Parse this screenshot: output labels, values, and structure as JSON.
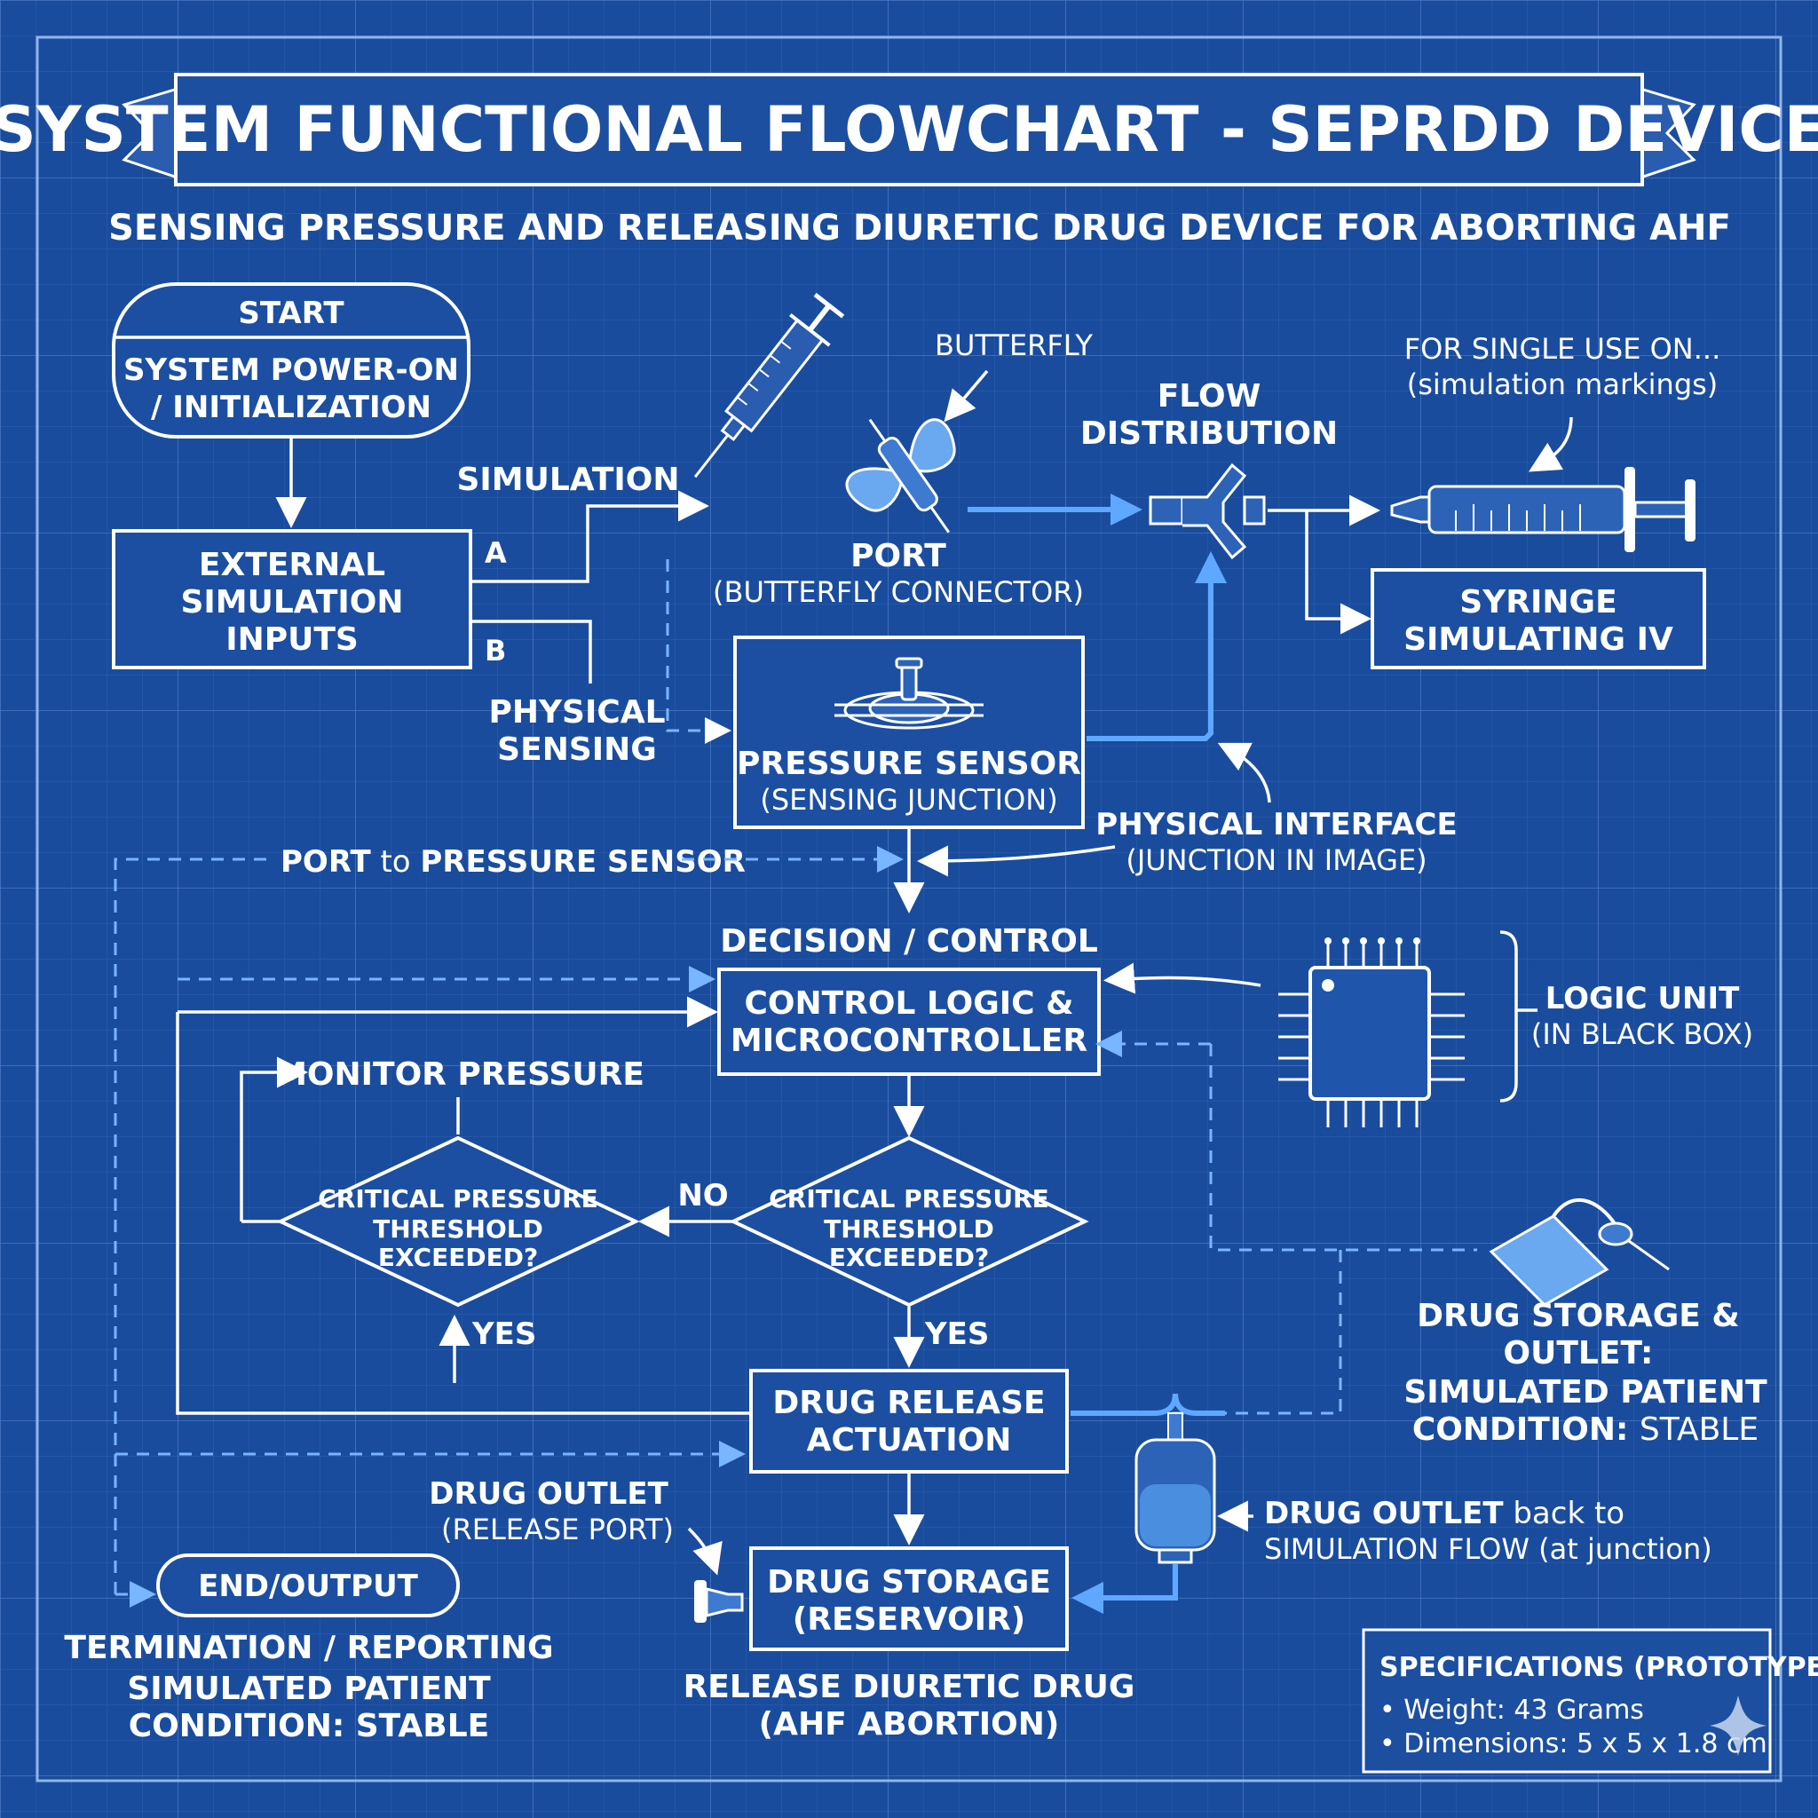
{
  "header": {
    "title": "SYSTEM FUNCTIONAL FLOWCHART - SEPRDD DEVICE",
    "subtitle": "SENSING PRESSURE AND RELEASING DIURETIC DRUG DEVICE FOR ABORTING AHF"
  },
  "start": {
    "title": "START",
    "line1": "SYSTEM POWER-ON",
    "line2": "/ INITIALIZATION"
  },
  "external_inputs": {
    "line1": "EXTERNAL",
    "line2": "SIMULATION",
    "line3": "INPUTS",
    "branch_a": "A",
    "branch_b": "B"
  },
  "simulation_label": "SIMULATION",
  "physical_sensing": {
    "line1": "PHYSICAL",
    "line2": "SENSING"
  },
  "butterfly_label": "BUTTERFLY",
  "port": {
    "title": "PORT",
    "subtitle": "(BUTTERFLY CONNECTOR)"
  },
  "flow_distribution": {
    "line1": "FLOW",
    "line2": "DISTRIBUTION"
  },
  "single_use": {
    "line1": "FOR SINGLE USE ON...",
    "line2": "(simulation markings)"
  },
  "syringe_iv": {
    "line1": "SYRINGE",
    "line2": "SIMULATING IV"
  },
  "pressure_sensor": {
    "title": "PRESSURE SENSOR",
    "subtitle": "(SENSING JUNCTION)"
  },
  "physical_interface": {
    "line1": "PHYSICAL INTERFACE",
    "line2": "(JUNCTION IN IMAGE)"
  },
  "port_to_sensor": {
    "part1": "PORT",
    "part2": " to ",
    "part3": "PRESSURE SENSOR"
  },
  "decision_control": "DECISION / CONTROL",
  "control_logic": {
    "line1": "CONTROL LOGIC &",
    "line2": "MICROCONTROLLER"
  },
  "logic_unit": {
    "line1": "LOGIC UNIT",
    "line2": "(IN BLACK BOX)"
  },
  "monitor_pressure": "MONITOR PRESSURE",
  "decision_left": {
    "line1": "CRITICAL PRESSURE",
    "line2": "THRESHOLD",
    "line3": "EXCEEDED?"
  },
  "decision_right": {
    "line1": "CRITICAL PRESSURE",
    "line2": "THRESHOLD",
    "line3": "EXCEEDED?"
  },
  "no_label": "NO",
  "yes_left": "YES",
  "yes_right": "YES",
  "drug_release": {
    "line1": "DRUG RELEASE",
    "line2": "ACTUATION"
  },
  "drug_storage_outlet": {
    "line1": "DRUG STORAGE &",
    "line2": "OUTLET:",
    "line3": "SIMULATED PATIENT",
    "line4a": "CONDITION: ",
    "line4b": "STABLE"
  },
  "drug_outlet_release": {
    "line1": "DRUG OUTLET",
    "line2": "(RELEASE PORT)"
  },
  "drug_outlet_back": {
    "line1a": "DRUG OUTLET",
    "line1b": " back to",
    "line2": "SIMULATION FLOW (at junction)"
  },
  "drug_storage": {
    "line1": "DRUG STORAGE",
    "line2": "(RESERVOIR)"
  },
  "release_diuretic": {
    "line1": "RELEASE DIURETIC DRUG",
    "line2": "(AHF ABORTION)"
  },
  "end": {
    "title": "END/OUTPUT",
    "line1": "TERMINATION / REPORTING",
    "line2": "SIMULATED PATIENT",
    "line3": "CONDITION: STABLE"
  },
  "specs": {
    "title": "SPECIFICATIONS (PROTOTYPE):",
    "items": [
      "• Weight: 43 Grams",
      "• Dimensions: 5 x 5 x 1.8 cm"
    ]
  },
  "colors": {
    "background": "#1a4c9e",
    "line": "#ffffff",
    "accent_blue": "#5fa8ff",
    "dashed_blue": "#79b6ff"
  }
}
